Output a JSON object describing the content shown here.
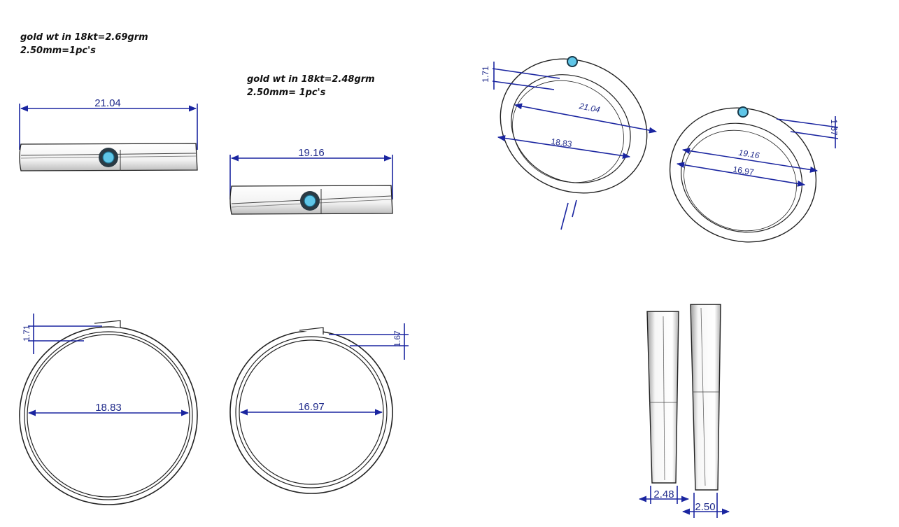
{
  "notes": {
    "ring1_line1": "gold wt in 18kt=2.69grm",
    "ring1_line2": "2.50mm=1pc's",
    "ring2_line1": "gold wt in 18kt=2.48grm",
    "ring2_line2": "2.50mm= 1pc's"
  },
  "dimensions": {
    "ring1_outer_width": "21.04",
    "ring2_outer_width": "19.16",
    "ring1_inner_diameter": "18.83",
    "ring2_inner_diameter": "16.97",
    "ring1_thickness": "1.71",
    "ring2_thickness": "1.67",
    "ring1_band_width": "2.48",
    "ring2_band_width": "2.50",
    "iso_ring1_outer": "21.04",
    "iso_ring1_inner": "18.83",
    "iso_ring1_thickness": "1.71",
    "iso_ring2_outer": "19.16",
    "iso_ring2_inner": "16.97",
    "iso_ring2_thickness": "1.67"
  },
  "colors": {
    "dimension_line": "#1a25a0",
    "gem": "#5fc6e8",
    "outline": "#222222"
  }
}
